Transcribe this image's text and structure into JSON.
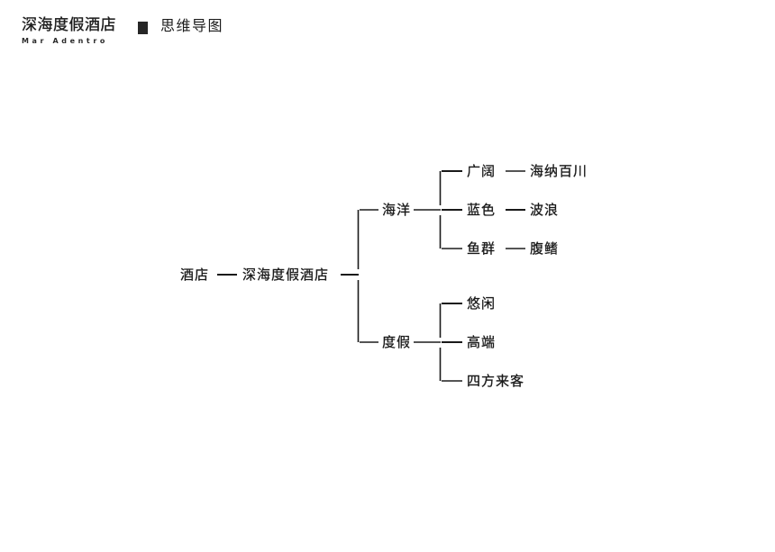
{
  "header": {
    "brand_cn": "深海度假酒店",
    "brand_en": "Mar Adentro",
    "separator_icon": "filled-square-bullet",
    "title": "思维导图"
  },
  "mindmap": {
    "root": {
      "label": "酒店",
      "main": "深海度假酒店"
    },
    "branches": [
      {
        "label": "海洋",
        "children": [
          {
            "label": "广阔",
            "sub": "海纳百川"
          },
          {
            "label": "蓝色",
            "sub": "波浪"
          },
          {
            "label": "鱼群",
            "sub": "腹鳍"
          }
        ]
      },
      {
        "label": "度假",
        "children": [
          {
            "label": "悠闲",
            "sub": ""
          },
          {
            "label": "高端",
            "sub": ""
          },
          {
            "label": "四方来客",
            "sub": ""
          }
        ]
      }
    ]
  },
  "colors": {
    "background": "#ffffff",
    "text": "#1a1a1a",
    "connector": "#555555",
    "connector_dark": "#1a1a1a"
  }
}
